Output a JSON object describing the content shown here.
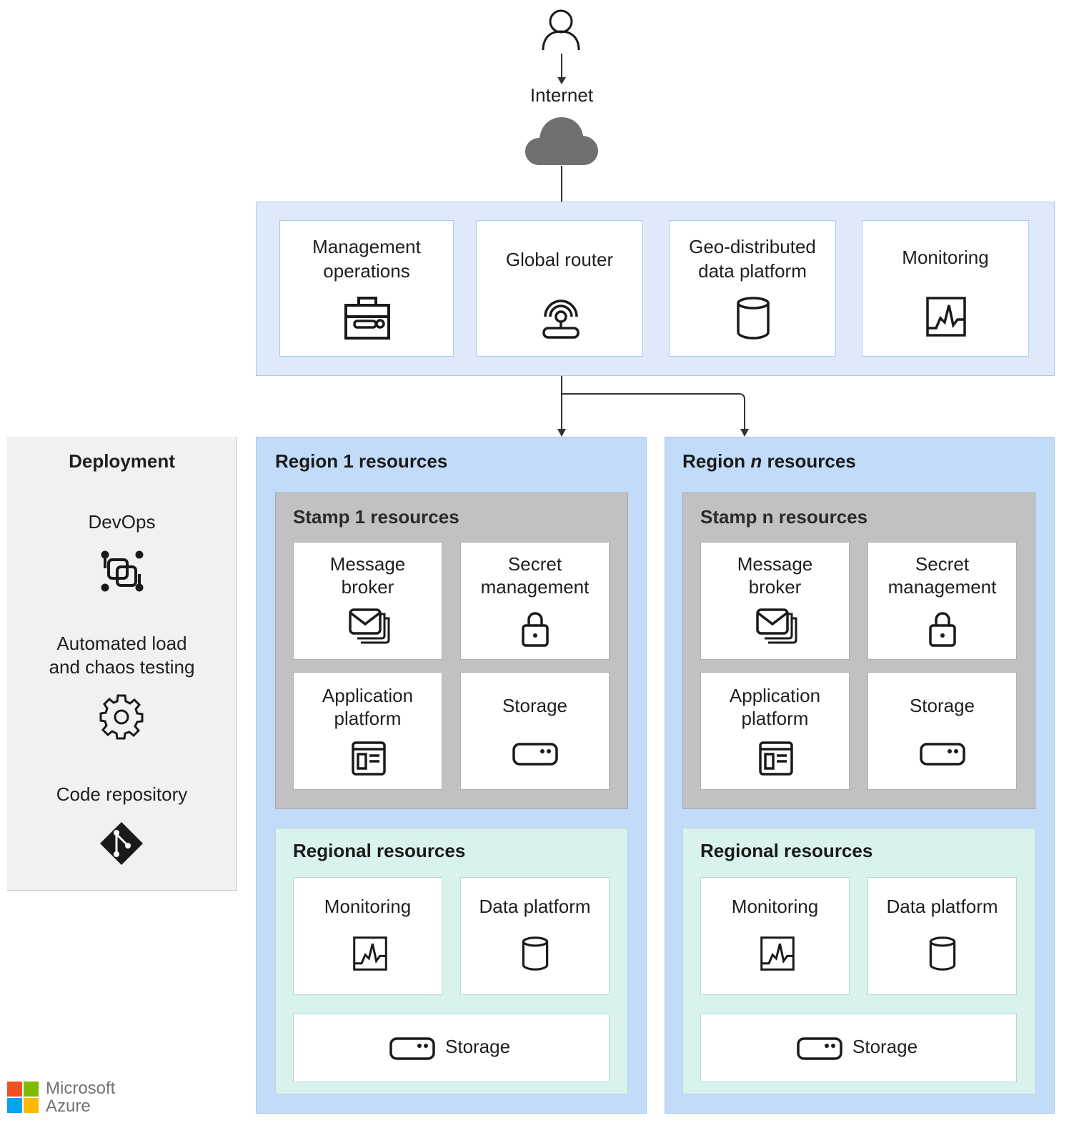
{
  "user": {
    "icon": "user-icon"
  },
  "internet": {
    "label": "Internet",
    "icon": "cloud-icon"
  },
  "global": {
    "cards": [
      {
        "label_l1": "Management",
        "label_l2": "operations",
        "icon": "toolbox-icon"
      },
      {
        "label": "Global router",
        "icon": "router-icon"
      },
      {
        "label_l1": "Geo-distributed",
        "label_l2": "data platform",
        "icon": "database-icon"
      },
      {
        "label": "Monitoring",
        "icon": "monitoring-icon"
      }
    ]
  },
  "deployment": {
    "title": "Deployment",
    "items": [
      {
        "label": "DevOps",
        "icon": "devops-icon"
      },
      {
        "label_l1": "Automated load",
        "label_l2": "and chaos testing",
        "icon": "gear-icon"
      },
      {
        "label": "Code repository",
        "icon": "git-icon"
      }
    ]
  },
  "regions": [
    {
      "title_prefix": "Region 1 resources",
      "stamp": {
        "title": "Stamp 1 resources",
        "cards": [
          {
            "label_l1": "Message",
            "label_l2": "broker",
            "icon": "message-broker-icon"
          },
          {
            "label_l1": "Secret",
            "label_l2": "management",
            "icon": "lock-icon"
          },
          {
            "label_l1": "Application",
            "label_l2": "platform",
            "icon": "app-platform-icon"
          },
          {
            "label": "Storage",
            "icon": "storage-icon"
          }
        ]
      },
      "regional": {
        "title": "Regional resources",
        "cards": [
          {
            "label": "Monitoring",
            "icon": "monitoring-icon"
          },
          {
            "label": "Data platform",
            "icon": "database-icon"
          }
        ],
        "storage": {
          "label": "Storage",
          "icon": "storage-icon"
        }
      }
    },
    {
      "title_a": "Region ",
      "title_italic": "n",
      "title_b": " resources",
      "stamp": {
        "title": "Stamp n resources",
        "cards": [
          {
            "label_l1": "Message",
            "label_l2": "broker",
            "icon": "message-broker-icon"
          },
          {
            "label_l1": "Secret",
            "label_l2": "management",
            "icon": "lock-icon"
          },
          {
            "label_l1": "Application",
            "label_l2": "platform",
            "icon": "app-platform-icon"
          },
          {
            "label": "Storage",
            "icon": "storage-icon"
          }
        ]
      },
      "regional": {
        "title": "Regional resources",
        "cards": [
          {
            "label": "Monitoring",
            "icon": "monitoring-icon"
          },
          {
            "label": "Data platform",
            "icon": "database-icon"
          }
        ],
        "storage": {
          "label": "Storage",
          "icon": "storage-icon"
        }
      }
    }
  ],
  "logo": {
    "line1": "Microsoft",
    "line2": "Azure"
  },
  "colors": {
    "global_bg": "#deeafa",
    "region_bg": "#c2dbf8",
    "stamp_bg": "#c1c1c1",
    "regional_bg": "#d9f2ee",
    "deployment_bg": "#f1f1f1",
    "cloud": "#707070"
  }
}
